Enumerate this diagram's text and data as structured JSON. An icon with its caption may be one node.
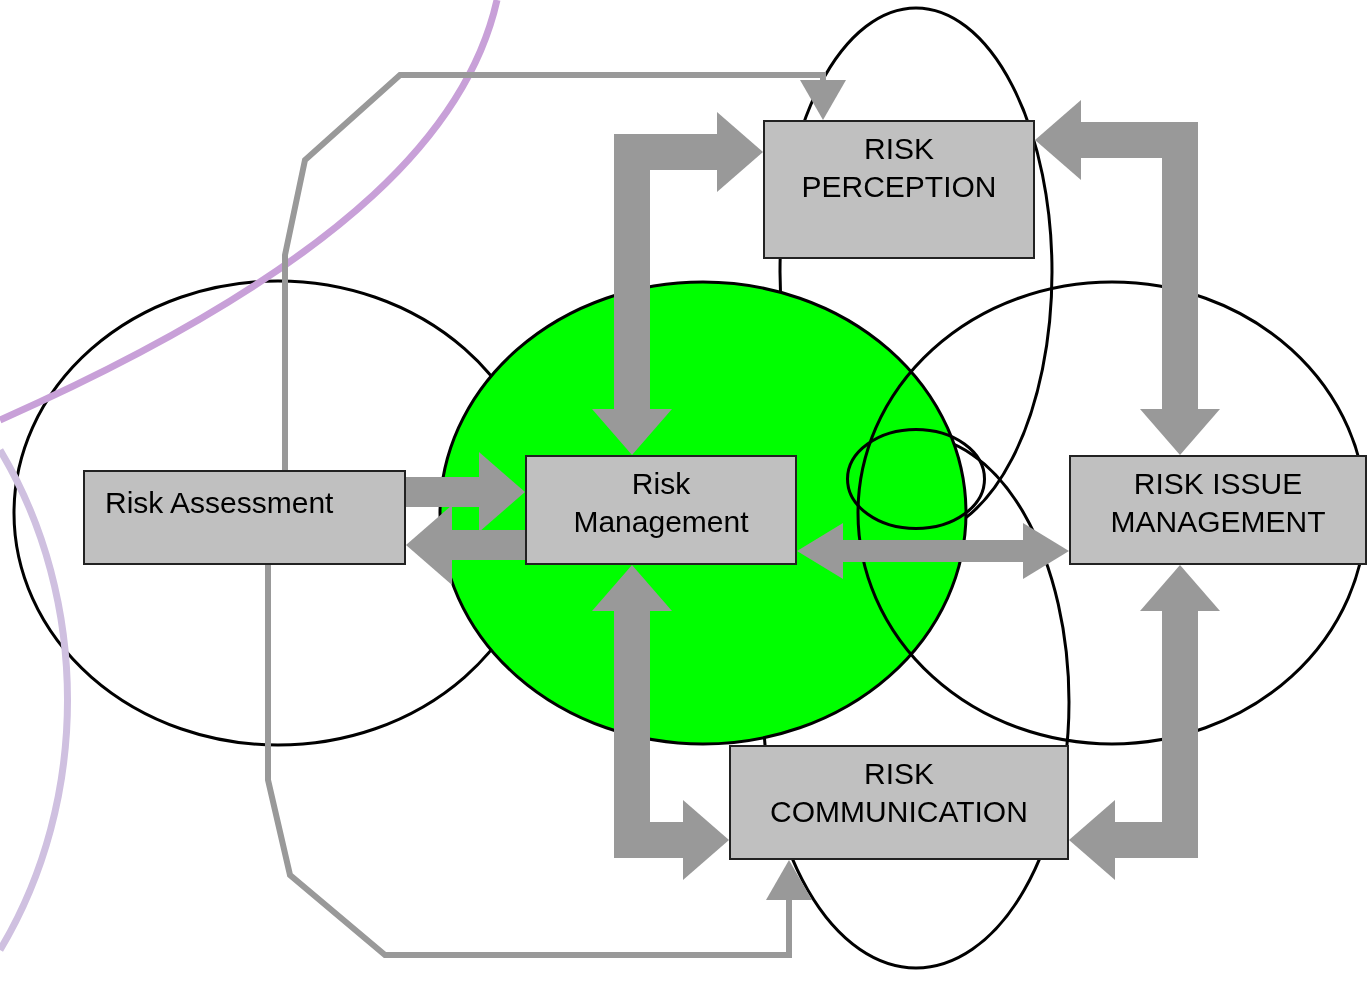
{
  "diagram": {
    "nodes": [
      {
        "text": [
          "RISK PERCEPTION"
        ]
      },
      {
        "text": [
          "Risk Assessment"
        ]
      },
      {
        "text": [
          "Risk Management"
        ]
      },
      {
        "text": [
          "RISK ISSUE MANAGEMENT"
        ]
      },
      {
        "text": [
          "RISK COMMUNICATION"
        ]
      },
      {
        "text": [],
        "shape": "circle"
      }
    ],
    "edges": [
      {
        "from": 1,
        "to": 0,
        "arrow": "to"
      },
      {
        "from": 1,
        "to": 2,
        "arrow": "to"
      },
      {
        "from": 2,
        "to": 1,
        "arrow": "to"
      },
      {
        "from": 2,
        "to": 3,
        "arrow": "both"
      },
      {
        "from": 2,
        "to": 0,
        "arrow": "both"
      },
      {
        "from": 0,
        "to": 3,
        "arrow": "both"
      },
      {
        "from": 2,
        "to": 4,
        "arrow": "both"
      },
      {
        "from": 4,
        "to": 3,
        "arrow": "both"
      },
      {
        "from": 1,
        "to": 4,
        "arrow": "to"
      }
    ]
  }
}
